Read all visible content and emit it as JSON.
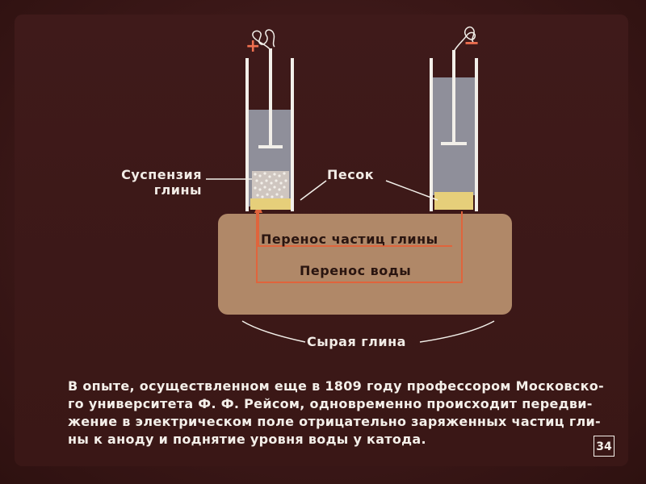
{
  "diagram": {
    "anode_sign": "+",
    "cathode_sign": "−",
    "labels": {
      "clay_suspension": [
        "Суспензия",
        "глины"
      ],
      "sand": "Песок",
      "clay_particle_transfer": "Перенос частиц глины",
      "water_transfer": "Перенос воды",
      "raw_clay": "Сырая глина"
    },
    "colors": {
      "clay": "#b08868",
      "water": "#8f8f9a",
      "sand": "#e6cf7a",
      "tube_white": "#f2efe9",
      "arrow": "#e0643c"
    }
  },
  "caption": {
    "lines": [
      "В опыте, осуществленном еще в 1809 году профессором Московско-",
      "го университета Ф. Ф. Рейсом, одновременно происходит передви-",
      "жение в электрическом поле отрицательно заряженных частиц гли-",
      "ны к аноду и поднятие уровня воды у катода."
    ]
  },
  "page_number": "34"
}
